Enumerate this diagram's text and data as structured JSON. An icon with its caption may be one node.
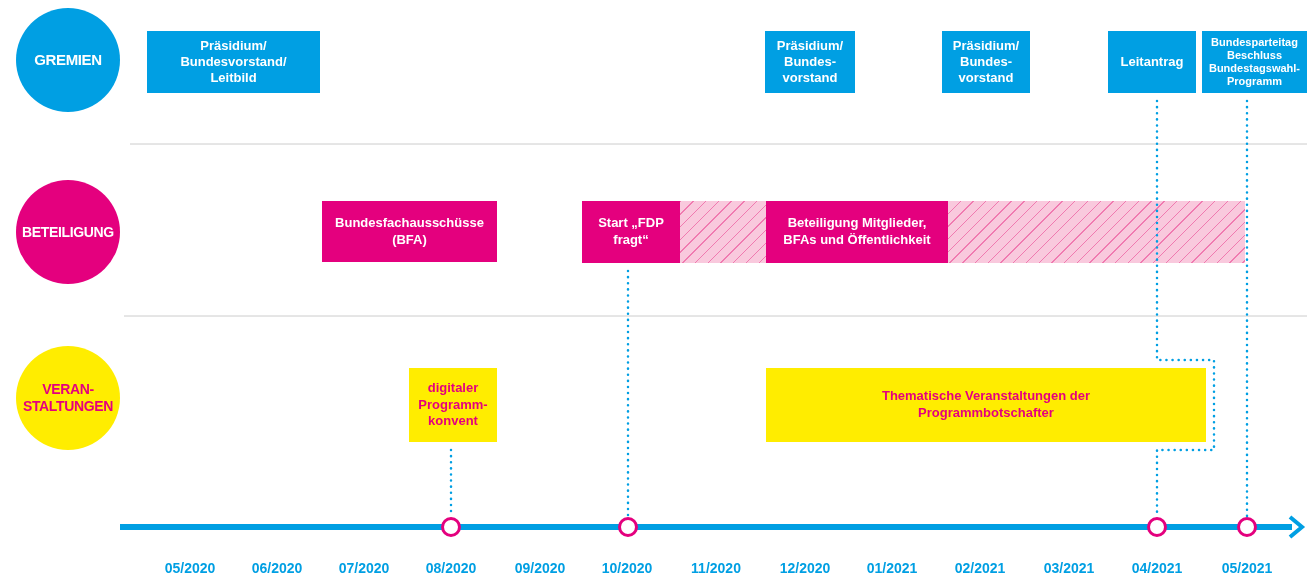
{
  "diagram": {
    "nodes": [
      {
        "text": [
          "GREMIEN"
        ]
      },
      {
        "text": [
          "BETEILIGUNG"
        ]
      },
      {
        "text": [
          "VERAN- STALTUNGEN"
        ]
      },
      {
        "text": [
          "Präsidium/ Bundesvorstand/ Leitbild"
        ]
      },
      {
        "text": [
          "Präsidium/ Bundes- vorstand"
        ]
      },
      {
        "text": [
          "Präsidium/ Bundes- vorstand"
        ]
      },
      {
        "text": [
          "Leitantrag"
        ]
      },
      {
        "text": [
          "Bundesparteitag Beschluss Bundestagswahl- Programm"
        ]
      },
      {
        "text": [
          "Bundesfachausschüsse (BFA)"
        ]
      },
      {
        "text": [
          "Start „FDP fragt“"
        ]
      },
      {
        "text": [],
        "shape": "bar"
      },
      {
        "text": [
          "Beteiligung Mitglieder, BFAs und Öffentlichkeit"
        ],
        "in": 10
      },
      {
        "text": [
          "digitaler Programm- konvent"
        ]
      },
      {
        "text": [
          "Thematische Veranstaltungen der Programmbotschafter"
        ]
      },
      {
        "text": [],
        "shape": "circle"
      },
      {
        "text": [],
        "shape": "circle"
      },
      {
        "text": [],
        "shape": "circle"
      },
      {
        "text": [],
        "shape": "circle"
      }
    ],
    "edges": [
      {
        "from": 12,
        "to": 14,
        "arrow": "none",
        "style": "dashed"
      },
      {
        "from": 9,
        "to": 15,
        "arrow": "none",
        "style": "dashed"
      },
      {
        "from": 6,
        "to": 16,
        "arrow": "none",
        "style": "dashed"
      },
      {
        "from": 7,
        "to": 17,
        "arrow": "none",
        "style": "dashed"
      }
    ],
    "labels": [
      "05/2020",
      "06/2020",
      "07/2020",
      "08/2020",
      "09/2020",
      "10/2020",
      "11/2020",
      "12/2020",
      "01/2021",
      "02/2021",
      "03/2021",
      "04/2021",
      "05/2021"
    ]
  }
}
